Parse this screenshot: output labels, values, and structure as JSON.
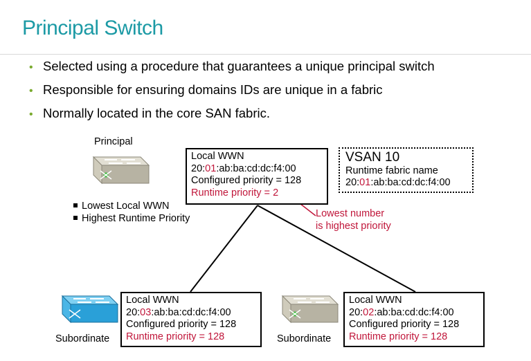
{
  "title": "Principal Switch",
  "bullets": [
    "Selected using a procedure that guarantees a unique principal switch",
    "Responsible for ensuring domains IDs are unique in a fabric",
    "Normally located in the core SAN fabric."
  ],
  "principal": {
    "label": "Principal",
    "criteria": [
      "Lowest Local WWN",
      "Highest Runtime Priority"
    ],
    "wwn_label": "Local WWN",
    "wwn_prefix": "20:",
    "wwn_domain": "01",
    "wwn_suffix": ":ab:ba:cd:dc:f4:00",
    "configured": "Configured priority = 128",
    "runtime_text": "Runtime priority = ",
    "runtime_value": "2"
  },
  "vsan": {
    "title": "VSAN 10",
    "fabric_label": "Runtime fabric name",
    "name_prefix": "20:",
    "name_domain": "01",
    "name_suffix": ":ab:ba:cd:dc:f4:00"
  },
  "callout": [
    "Lowest number",
    "is highest priority"
  ],
  "subordinate_left": {
    "label": "Subordinate",
    "wwn_label": "Local WWN",
    "wwn_prefix": "20:",
    "wwn_domain": "03",
    "wwn_suffix": ":ab:ba:cd:dc:f4:00",
    "configured": "Configured priority = 128",
    "runtime": "Runtime priority = 128"
  },
  "subordinate_right": {
    "label": "Subordinate",
    "wwn_label": "Local WWN",
    "wwn_prefix": "20:",
    "wwn_domain": "02",
    "wwn_suffix": ":ab:ba:cd:dc:f4:00",
    "configured": "Configured priority = 128",
    "runtime": "Runtime priority = 128"
  },
  "colors": {
    "title": "#1c9aa5",
    "bullet": "#7aaa2f",
    "highlight": "#c0163a",
    "switch_gray": "#c8c4b4",
    "switch_blue": "#2aa0d8",
    "led": "#3dbb3d"
  }
}
